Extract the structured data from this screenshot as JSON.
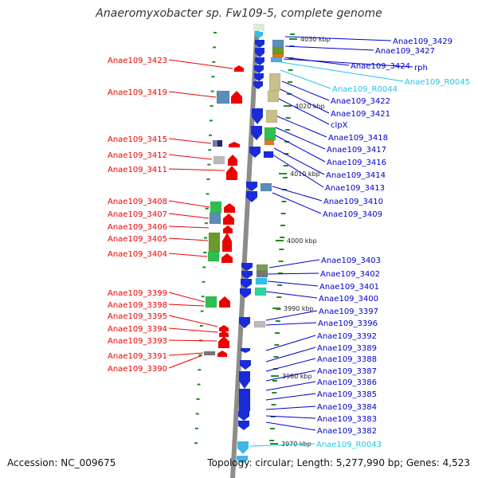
{
  "title": "Anaeromyxobacter sp. Fw109-5, complete genome",
  "footer": {
    "accession": "Accession: NC_009675",
    "summary": "Topology: circular; Length: 5,277,990 bp; Genes: 4,523"
  },
  "colors": {
    "left_label": "#ee0000",
    "right_label": "#0000cc",
    "rna_label": "#22c5e8",
    "axis": "#8c8c8c",
    "tick": "#228b22"
  },
  "kbp_labels": [
    "4030 kbp",
    "4020 kbp",
    "4010 kbp",
    "4000 kbp",
    "3990 kbp",
    "3980 kbp",
    "3970 kbp"
  ],
  "left_genes": [
    {
      "name": "Anae109_3423"
    },
    {
      "name": "Anae109_3419"
    },
    {
      "name": "Anae109_3415"
    },
    {
      "name": "Anae109_3412"
    },
    {
      "name": "Anae109_3411"
    },
    {
      "name": "Anae109_3408"
    },
    {
      "name": "Anae109_3407"
    },
    {
      "name": "Anae109_3406"
    },
    {
      "name": "Anae109_3405"
    },
    {
      "name": "Anae109_3404"
    },
    {
      "name": "Anae109_3399"
    },
    {
      "name": "Anae109_3398"
    },
    {
      "name": "Anae109_3395"
    },
    {
      "name": "Anae109_3394"
    },
    {
      "name": "Anae109_3393"
    },
    {
      "name": "Anae109_3391"
    },
    {
      "name": "Anae109_3390"
    }
  ],
  "right_genes": [
    {
      "name": "Anae109_3429",
      "kind": "cds"
    },
    {
      "name": "Anae109_3427",
      "kind": "cds"
    },
    {
      "name": "Anae109_3424",
      "kind": "cds"
    },
    {
      "name": "rph",
      "kind": "cds"
    },
    {
      "name": "Anae109_R0045",
      "kind": "rna"
    },
    {
      "name": "Anae109_R0044",
      "kind": "rna"
    },
    {
      "name": "Anae109_3422",
      "kind": "cds"
    },
    {
      "name": "Anae109_3421",
      "kind": "cds"
    },
    {
      "name": "clpX",
      "kind": "cds"
    },
    {
      "name": "Anae109_3418",
      "kind": "cds"
    },
    {
      "name": "Anae109_3417",
      "kind": "cds"
    },
    {
      "name": "Anae109_3416",
      "kind": "cds"
    },
    {
      "name": "Anae109_3414",
      "kind": "cds"
    },
    {
      "name": "Anae109_3413",
      "kind": "cds"
    },
    {
      "name": "Anae109_3410",
      "kind": "cds"
    },
    {
      "name": "Anae109_3409",
      "kind": "cds"
    },
    {
      "name": "Anae109_3403",
      "kind": "cds"
    },
    {
      "name": "Anae109_3402",
      "kind": "cds"
    },
    {
      "name": "Anae109_3401",
      "kind": "cds"
    },
    {
      "name": "Anae109_3400",
      "kind": "cds"
    },
    {
      "name": "Anae109_3397",
      "kind": "cds"
    },
    {
      "name": "Anae109_3396",
      "kind": "cds"
    },
    {
      "name": "Anae109_3392",
      "kind": "cds"
    },
    {
      "name": "Anae109_3389",
      "kind": "cds"
    },
    {
      "name": "Anae109_3388",
      "kind": "cds"
    },
    {
      "name": "Anae109_3387",
      "kind": "cds"
    },
    {
      "name": "Anae109_3386",
      "kind": "cds"
    },
    {
      "name": "Anae109_3385",
      "kind": "cds"
    },
    {
      "name": "Anae109_3384",
      "kind": "cds"
    },
    {
      "name": "Anae109_3383",
      "kind": "cds"
    },
    {
      "name": "Anae109_3382",
      "kind": "cds"
    },
    {
      "name": "Anae109_R0043",
      "kind": "rna"
    }
  ]
}
